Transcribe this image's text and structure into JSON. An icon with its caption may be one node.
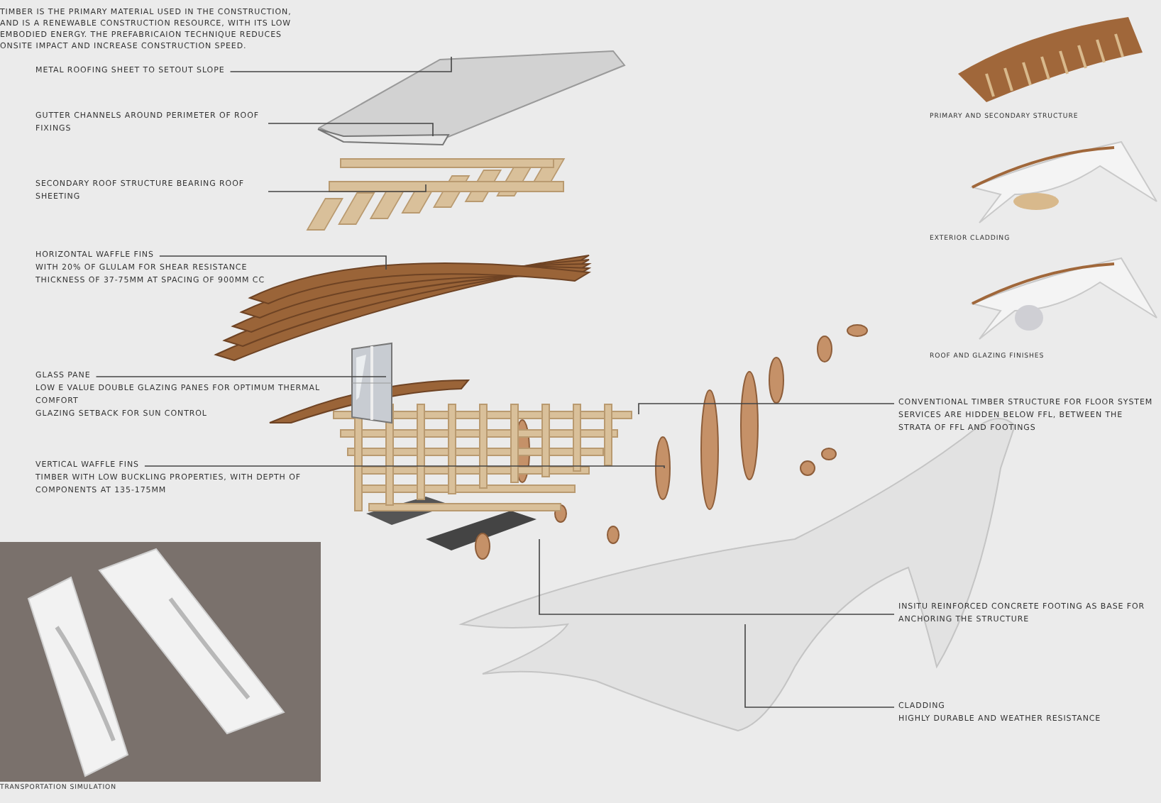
{
  "diagram": {
    "nodes": [
      {
        "text": [
          "METAL ROOFING SHEET TO SETOUT SLOPE"
        ]
      },
      {
        "text": [
          "GUTTER CHANNELS AROUND PERIMETER OF ROOF FIXINGS"
        ]
      },
      {
        "text": [
          "SECONDARY ROOF STRUCTURE BEARING ROOF SHEETING"
        ]
      },
      {
        "text": [
          "HORIZONTAL WAFFLE FINS",
          "WITH 20% OF GLULAM FOR SHEAR RESISTANCE",
          "THICKNESS OF 37-75MM AT SPACING OF 900MM CC"
        ]
      },
      {
        "text": [
          "GLASS PANE",
          "LOW E VALUE DOUBLE GLAZING PANES FOR OPTIMUM THERMAL COMFORT",
          "GLAZING SETBACK FOR SUN CONTROL"
        ]
      },
      {
        "text": [
          "VERTICAL WAFFLE FINS",
          "TIMBER WITH LOW BUCKLING PROPERTIES, WITH DEPTH OF COMPONENTS AT 135-175MM"
        ]
      },
      {
        "text": [
          "CONVENTIONAL TIMBER STRUCTURE FOR FLOOR SYSTEM",
          "SERVICES ARE HIDDEN BELOW FFL, BETWEEN THE STRATA OF FFL AND FOOTINGS"
        ]
      },
      {
        "text": [
          "INSITU REINFORCED CONCRETE FOOTING AS BASE FOR ANCHORING THE STRUCTURE"
        ]
      },
      {
        "text": [
          "CLADDING",
          "HIGHLY DURABLE AND WEATHER RESISTANCE"
        ]
      },
      {
        "text": [],
        "shape": "picture"
      },
      {
        "text": [],
        "shape": "picture"
      },
      {
        "text": [],
        "shape": "picture"
      },
      {
        "text": [],
        "shape": "picture"
      },
      {
        "text": [],
        "shape": "picture"
      },
      {
        "text": [],
        "shape": "picture"
      },
      {
        "text": [],
        "shape": "picture"
      },
      {
        "text": [],
        "shape": "picture"
      },
      {
        "text": [],
        "shape": "picture"
      }
    ],
    "edges": [
      {
        "from": 0,
        "to": 9,
        "arrow": "none"
      },
      {
        "from": 1,
        "to": 10,
        "arrow": "none"
      },
      {
        "from": 2,
        "to": 11,
        "arrow": "none"
      },
      {
        "from": 3,
        "to": 12,
        "arrow": "none"
      },
      {
        "from": 4,
        "to": 13,
        "arrow": "none"
      },
      {
        "from": 5,
        "to": 14,
        "arrow": "none"
      },
      {
        "from": 6,
        "to": 15,
        "arrow": "none"
      },
      {
        "from": 7,
        "to": 16,
        "arrow": "none"
      },
      {
        "from": 8,
        "to": 17,
        "arrow": "none"
      }
    ],
    "labels": [
      "TIMBER IS THE PRIMARY MATERIAL USED IN THE CONSTRUCTION, AND IS A RENEWABLE CONSTRUCTION RESOURCE, WITH ITS LOW EMBODIED ENERGY. THE PREFABRICAION TECHNIQUE REDUCES ONSITE IMPACT AND INCREASE CONSTRUCTION SPEED.",
      "PRIMARY AND SECONDARY STRUCTURE",
      "EXTERIOR CLADDING",
      "ROOF AND GLAZING FINISHES",
      "TRANSPORTATION SIMULATION"
    ]
  }
}
